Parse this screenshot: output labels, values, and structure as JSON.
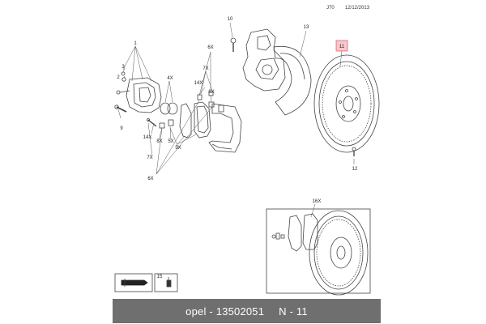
{
  "header": {
    "code": "J70",
    "date": "12/12/2013"
  },
  "callouts": {
    "n1": "1",
    "n3": "3",
    "n2": "2",
    "n9": "9",
    "n4x": "4X",
    "n6x_top": "6X",
    "n7x_top": "7X",
    "n14x_top": "14X",
    "n8x_top": "8X",
    "n10": "10",
    "n13": "13",
    "n11": "11",
    "n12": "12",
    "n14x_bot": "14X",
    "n8x_bot": "8X",
    "n5x_a": "5X",
    "n5x_b": "5X",
    "n7x_bot": "7X",
    "n6x_bot": "6X",
    "n16x": "16X",
    "n15": "15"
  },
  "footer": {
    "brand": "opel",
    "separator": " - ",
    "part_number": "13502051",
    "position": "N - 11"
  },
  "colors": {
    "line": "#444444",
    "highlight_box": "#f7c7d0",
    "footer_bg": "#6f6f6f"
  }
}
